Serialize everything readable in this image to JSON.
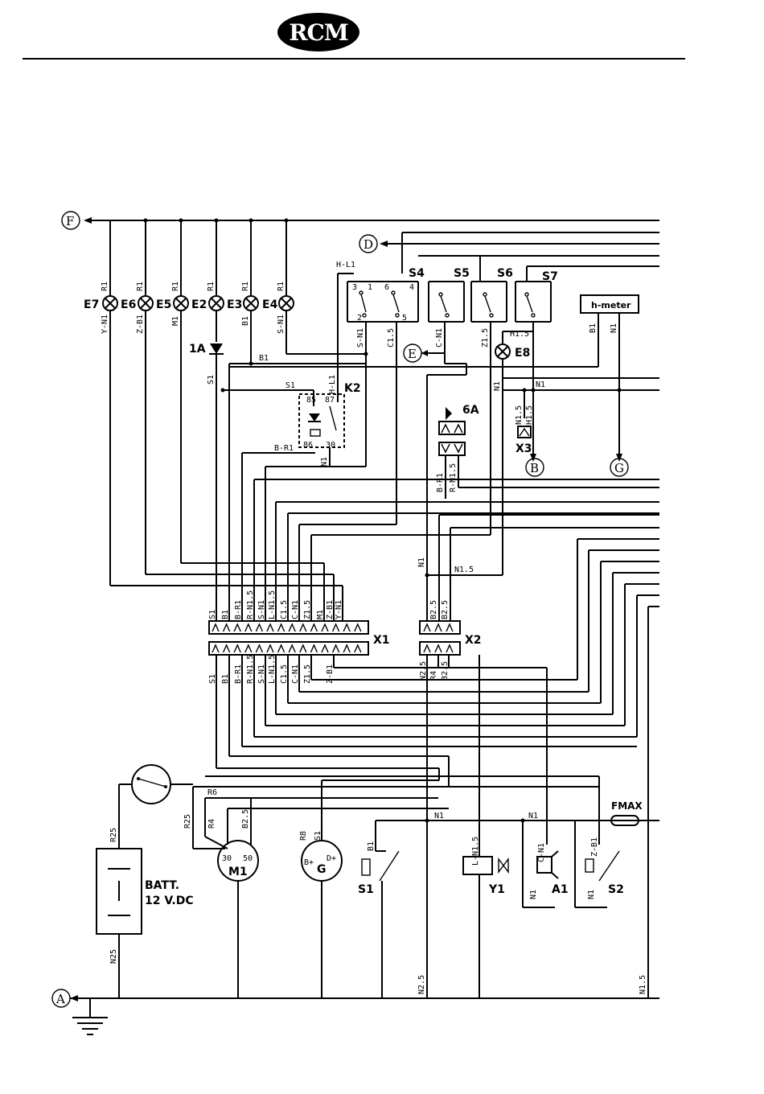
{
  "header": {
    "logo_text": "RCM"
  },
  "connectors": {
    "F": "F",
    "D": "D",
    "E": "E",
    "B": "B",
    "G": "G",
    "A": "A"
  },
  "lamps": [
    "E7",
    "E6",
    "E5",
    "E2",
    "E3",
    "E4",
    "E8"
  ],
  "switches": [
    "S4",
    "S5",
    "S6",
    "S7",
    "S1",
    "S2"
  ],
  "components": {
    "hmotor": "h-meter",
    "relay": "K2",
    "fuse_1a": "1A",
    "fuse_6a": "6A",
    "x1": "X1",
    "x2": "X2",
    "x3": "X3",
    "motor": "M1",
    "alternator": "G",
    "valve": "Y1",
    "horn": "A1",
    "fmax": "FMAX",
    "battery_line1": "BATT.",
    "battery_line2": "12 V.DC"
  },
  "wire_labels": {
    "top_r1": "R1",
    "e7_low": "Y-N1",
    "e6_low": "Z-B1",
    "e5_low": "M1",
    "e2_low": "S1",
    "e3_low": "B1",
    "e4_low": "S-N1",
    "b1_mid": "B1",
    "hl1": "H-L1",
    "sn1": "S-N1",
    "c15": "C1.5",
    "cn1": "C-N1",
    "z15": "Z1.5",
    "h15": "H1.5",
    "k2_s1": "S1",
    "k2_hl1": "H-L1",
    "br1": "B-R1",
    "n1": "N1",
    "n15": "N1.5",
    "rn15": "R-N1.5",
    "x1_top": [
      "S1",
      "B1",
      "B-R1",
      "R-N1.5",
      "S-N1",
      "L-N1.5",
      "C1.5",
      "C-N1",
      "Z1.5",
      "M1",
      "Z-B1",
      "Y-N1"
    ],
    "x1_bot": [
      "S1",
      "B1",
      "B-R1",
      "R-N1.5",
      "S-N1",
      "L-N1.5",
      "C1.5",
      "C-N1",
      "Z1.5",
      "Z-B1"
    ],
    "x2_top": [
      "B2.5",
      "B2.5"
    ],
    "x2_bot": [
      "N2.5",
      "R4",
      "B2.5"
    ],
    "r6": "R6",
    "r25": "R25",
    "r4": "R4",
    "b25": "B2.5",
    "r8": "R8",
    "n25": "N25",
    "n2_5": "N2.5",
    "ln15": "L-N1.5",
    "pin30": "30",
    "pin50": "50",
    "pin85": "85",
    "pin86": "86",
    "pin87": "87",
    "pin30b": "30"
  }
}
